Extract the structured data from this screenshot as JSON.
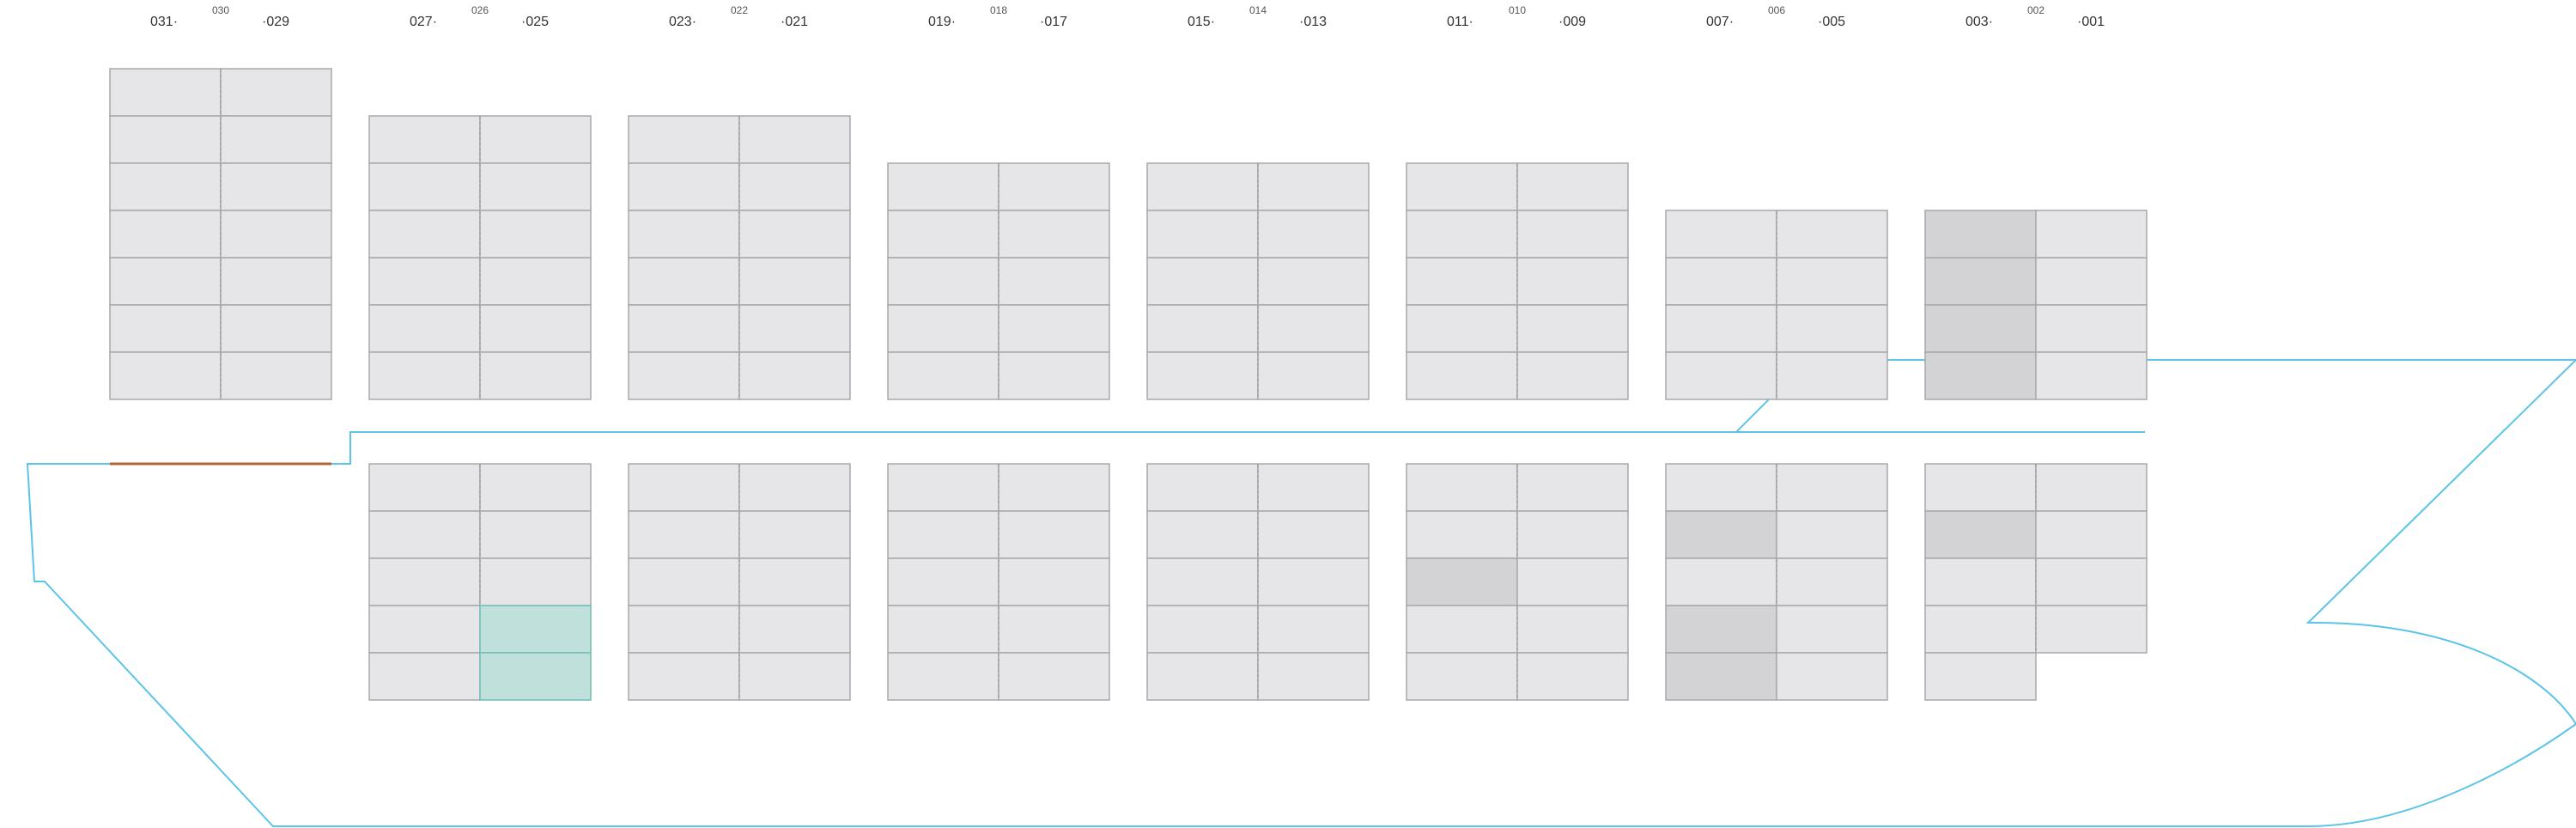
{
  "bays": [
    {
      "left": "031",
      "mid": "030",
      "right": "029"
    },
    {
      "left": "027",
      "mid": "026",
      "right": "025"
    },
    {
      "left": "023",
      "mid": "022",
      "right": "021"
    },
    {
      "left": "019",
      "mid": "018",
      "right": "017"
    },
    {
      "left": "015",
      "mid": "014",
      "right": "013"
    },
    {
      "left": "011",
      "mid": "010",
      "right": "009"
    },
    {
      "left": "007",
      "mid": "006",
      "right": "005"
    },
    {
      "left": "003",
      "mid": "002",
      "right": "001"
    }
  ],
  "deck": {
    "tiers": [
      7,
      6,
      6,
      5,
      5,
      5,
      4,
      4
    ],
    "occupied": [
      [
        7,
        0,
        0
      ],
      [
        7,
        0,
        1
      ],
      [
        7,
        0,
        2
      ],
      [
        7,
        0,
        3
      ]
    ]
  },
  "hold": {
    "tiers": [
      0,
      5,
      5,
      5,
      5,
      5,
      5,
      5
    ],
    "occupied": [
      [
        5,
        0,
        2
      ],
      [
        6,
        0,
        1
      ],
      [
        6,
        0,
        3
      ],
      [
        6,
        0,
        4
      ],
      [
        7,
        0,
        1
      ]
    ],
    "highlighted": [
      [
        1,
        1,
        3
      ],
      [
        1,
        1,
        4
      ]
    ],
    "missing": [
      [
        7,
        1,
        4
      ]
    ]
  },
  "colors": {
    "cell": "#e6e6e8",
    "cell_border": "#a8a8ac",
    "occupied": "#d3d3d5",
    "highlight": "#c0e0dc",
    "highlight_border": "#6dbfb3",
    "hull": "#5bc4e8",
    "hatch": "#b5653a"
  }
}
